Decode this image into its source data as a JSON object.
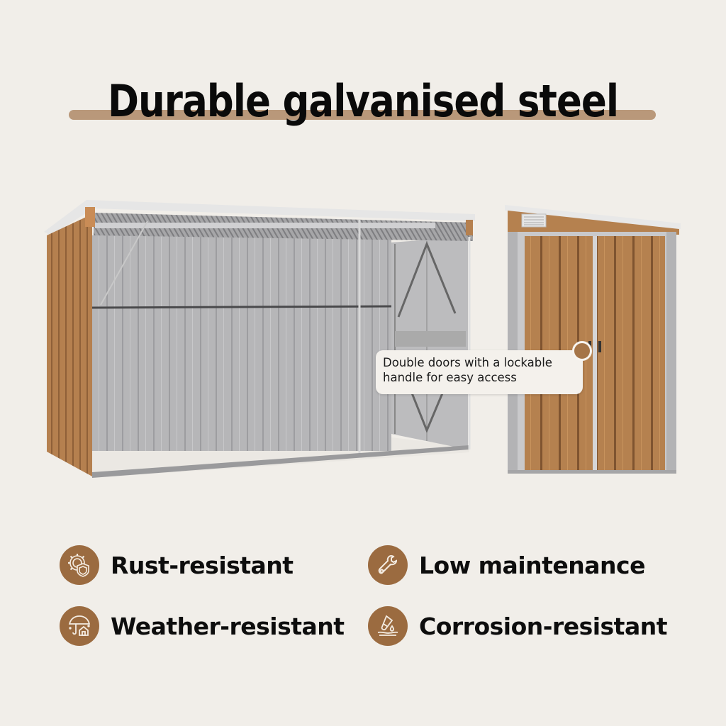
{
  "header": {
    "title": "Durable galvanised steel",
    "underline_color": "#b9987a"
  },
  "products": {
    "open_shed": {
      "alt": "open-front steel shed, grey interior, brown woodgrain sides"
    },
    "door_shed": {
      "alt": "steel shed with brown woodgrain double doors"
    }
  },
  "callout": {
    "line1": "Double doors with a lockable",
    "line2": "handle for easy access"
  },
  "features": [
    {
      "label": "Rust-resistant",
      "icon": "gear-shield-icon"
    },
    {
      "label": "Low maintenance",
      "icon": "wrench-icon"
    },
    {
      "label": "Weather-resistant",
      "icon": "umbrella-house-icon"
    },
    {
      "label": "Corrosion-resistant",
      "icon": "test-tube-drop-icon"
    }
  ],
  "colors": {
    "background": "#f1eee9",
    "accent_brown": "#9b6b40",
    "wood": "#b5804f",
    "steel_grey": "#b8b8b8"
  }
}
